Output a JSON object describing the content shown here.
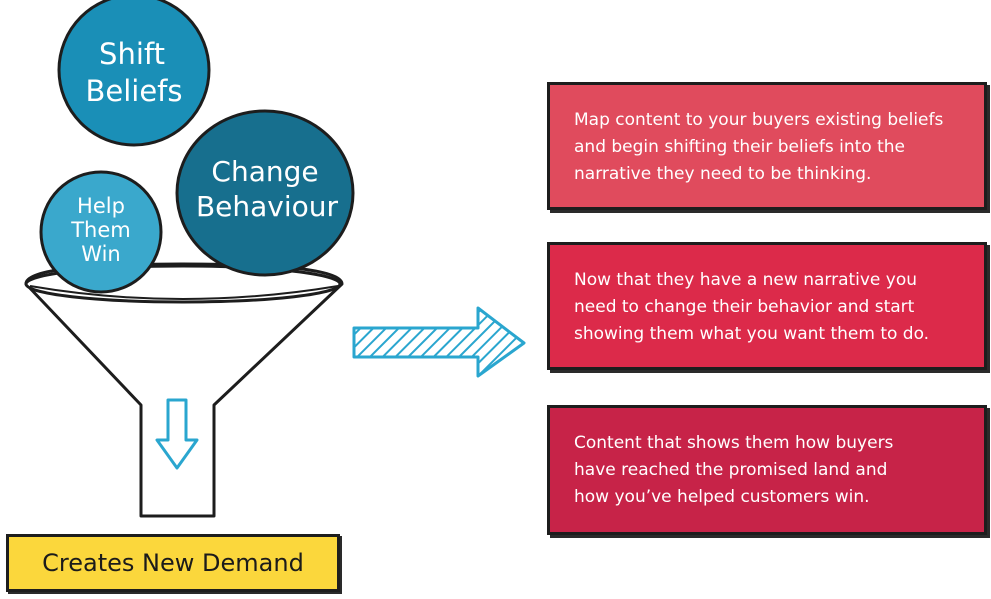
{
  "bubbles": {
    "shift_beliefs": {
      "line1": "Shift",
      "line2": "Beliefs",
      "color": "#1a8fb7"
    },
    "change_behaviour": {
      "line1": "Change",
      "line2": "Behaviour",
      "color": "#176f8e"
    },
    "help_them_win": {
      "line1": "Help",
      "line2": "Them",
      "line3": "Win",
      "color": "#3aa8cc"
    }
  },
  "funnel": {
    "down_arrow_icon": "down-arrow-icon",
    "arrow_color": "#2aa6cf"
  },
  "right_arrow": {
    "icon": "hatched-right-arrow-icon",
    "color": "#2aa6cf"
  },
  "panels": [
    {
      "lines": [
        "Map content to your buyers existing beliefs",
        "and begin shifting their beliefs into the",
        "narrative they need to be thinking."
      ],
      "color": "#e04b5d"
    },
    {
      "lines": [
        "Now that they have a new narrative you",
        "need to change their behavior and start",
        "showing them what you want them to do."
      ],
      "color": "#dc2a4a"
    },
    {
      "lines": [
        "Content that shows them how buyers",
        "have reached the promised land and",
        "how you’ve helped customers win."
      ],
      "color": "#c72348"
    }
  ],
  "result": {
    "label": "Creates New Demand",
    "color": "#fbd73c"
  }
}
